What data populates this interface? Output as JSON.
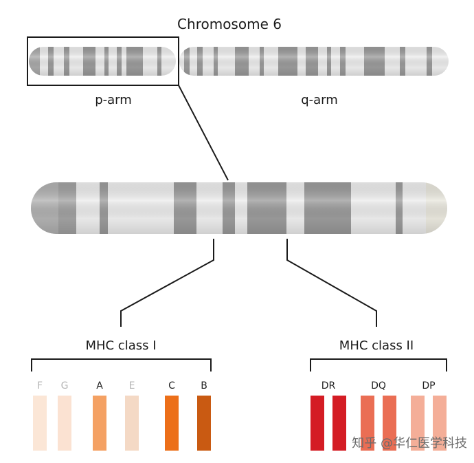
{
  "title": "Chromosome 6",
  "arms": {
    "p_label": "p-arm",
    "q_label": "q-arm"
  },
  "classes": {
    "class1_label": "MHC class I",
    "class2_label": "MHC class II"
  },
  "class1_genes": [
    {
      "label": "F",
      "color": "#fbe6d6",
      "label_color": "#b5b5b5"
    },
    {
      "label": "G",
      "color": "#fbe2d2",
      "label_color": "#b5b5b5"
    },
    {
      "label": "A",
      "color": "#f4a163",
      "label_color": "#222222"
    },
    {
      "label": "E",
      "color": "#f4d9c5",
      "label_color": "#b5b5b5"
    },
    {
      "label": "C",
      "color": "#ec6f19",
      "label_color": "#222222"
    },
    {
      "label": "B",
      "color": "#c95a12",
      "label_color": "#222222"
    }
  ],
  "class2_genes": [
    {
      "label": "DR",
      "colors": [
        "#d41c24",
        "#d41c24"
      ]
    },
    {
      "label": "DQ",
      "colors": [
        "#ea6e54",
        "#ea6e54"
      ]
    },
    {
      "label": "DP",
      "colors": [
        "#f4ae98",
        "#f4ae98"
      ]
    }
  ],
  "colors": {
    "band_dark": "#9a9a9a",
    "band_light": "#ececec",
    "outline": "#1a1a1a"
  },
  "watermark": "知乎 @华仁医学科技"
}
